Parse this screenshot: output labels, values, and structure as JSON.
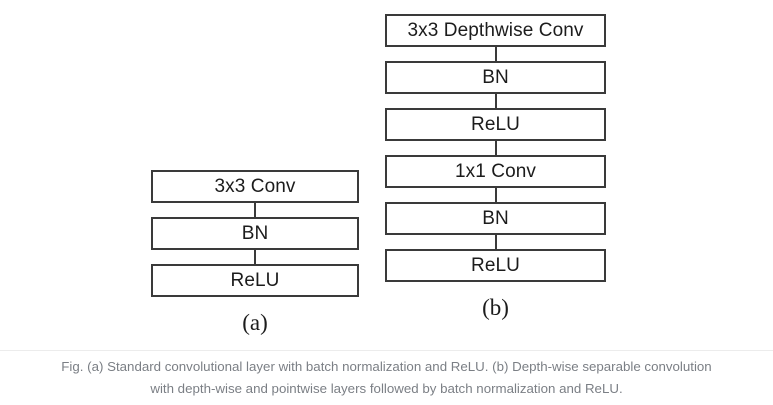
{
  "figure": {
    "background_color": "#ffffff",
    "box_border_color": "#3a3a3a",
    "box_text_color": "#1c1c1c",
    "caption_text_color": "#7b7f85",
    "separator_color": "#ececec",
    "columns": [
      {
        "id": "a",
        "label": "(a)",
        "blocks": [
          {
            "text": "3x3 Conv"
          },
          {
            "text": "BN"
          },
          {
            "text": "ReLU"
          }
        ]
      },
      {
        "id": "b",
        "label": "(b)",
        "blocks": [
          {
            "text": "3x3 Depthwise Conv"
          },
          {
            "text": "BN"
          },
          {
            "text": "ReLU"
          },
          {
            "text": "1x1 Conv"
          },
          {
            "text": "BN"
          },
          {
            "text": "ReLU"
          }
        ]
      }
    ]
  },
  "caption": {
    "line1": "Fig. (a) Standard convolutional layer with batch normalization and ReLU. (b) Depth-wise separable convolution",
    "line2": "with depth-wise and pointwise layers followed by batch normalization and ReLU."
  }
}
